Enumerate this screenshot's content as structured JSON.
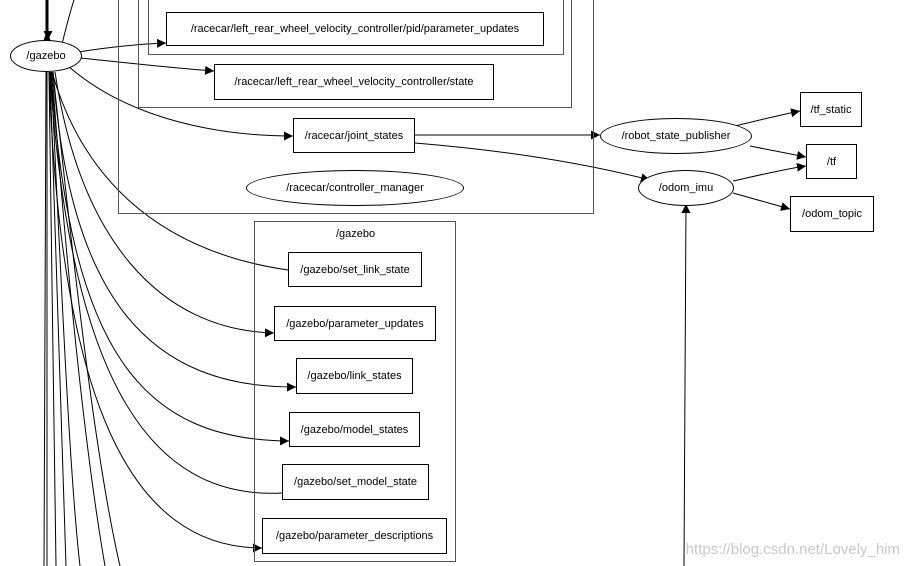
{
  "graph": {
    "nodes": {
      "gazebo": "/gazebo",
      "robot_state_publisher": "/robot_state_publisher",
      "odom_imu": "/odom_imu",
      "controller_manager": "/racecar/controller_manager"
    },
    "topics": {
      "pid_param_updates": "/racecar/left_rear_wheel_velocity_controller/pid/parameter_updates",
      "lrw_state": "/racecar/left_rear_wheel_velocity_controller/state",
      "joint_states": "/racecar/joint_states",
      "tf_static": "/tf_static",
      "tf": "/tf",
      "odom_topic": "/odom_topic",
      "set_link_state": "/gazebo/set_link_state",
      "parameter_updates": "/gazebo/parameter_updates",
      "link_states": "/gazebo/link_states",
      "model_states": "/gazebo/model_states",
      "set_model_state": "/gazebo/set_model_state",
      "parameter_descriptions": "/gazebo/parameter_descriptions"
    },
    "clusters": {
      "gazebo_namespace": "/gazebo"
    }
  },
  "watermark": "https://blog.csdn.net/Lovely_him"
}
